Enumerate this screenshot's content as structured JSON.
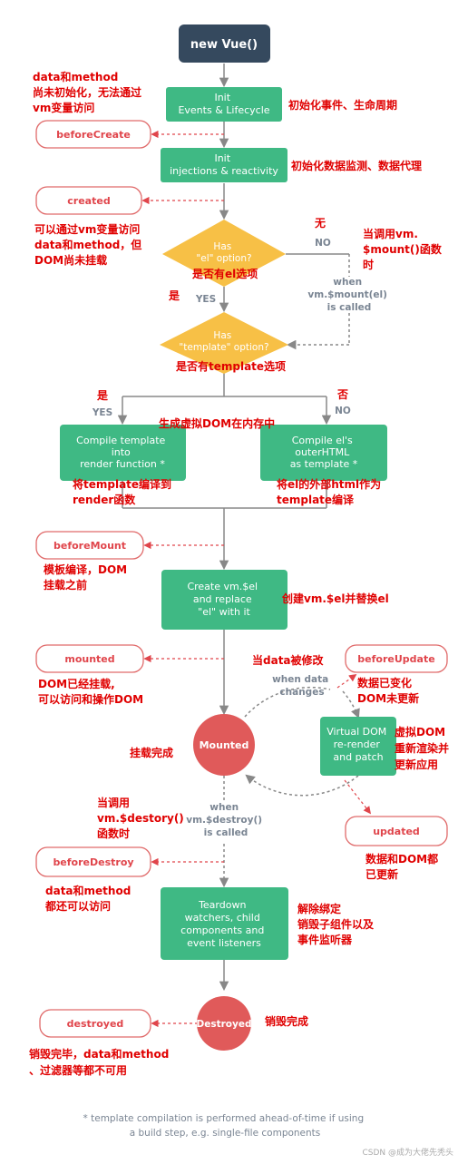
{
  "colors": {
    "green": "#3fb984",
    "dark": "#35495e",
    "red": "#e0454b",
    "hook_border": "#e06a6a",
    "hook_text": "#e0454b",
    "line_gray": "#888888",
    "annot_red": "#e00000",
    "label_gray": "#7a8593",
    "mounted_fill": "#e05a5a"
  },
  "start": {
    "label": "new Vue()"
  },
  "boxes": {
    "init_events": [
      "Init",
      "Events & Lifecycle"
    ],
    "init_injections": [
      "Init",
      "injections & reactivity"
    ],
    "compile_template": [
      "Compile template",
      "into",
      "render function *"
    ],
    "compile_el": [
      "Compile el's",
      "outerHTML",
      "as template *"
    ],
    "create_vm_el": [
      "Create vm.$el",
      "and replace",
      "\"el\" with it"
    ],
    "virtual_dom": [
      "Virtual DOM",
      "re-render",
      "and patch"
    ],
    "teardown": [
      "Teardown",
      "watchers, child",
      "components and",
      "event listeners"
    ]
  },
  "decisions": {
    "el_option": [
      "Has",
      "\"el\" option?"
    ],
    "template_option": [
      "Has",
      "\"template\" option?"
    ]
  },
  "circles": {
    "mounted": "Mounted",
    "destroyed": "Destroyed"
  },
  "hooks": {
    "before_create": "beforeCreate",
    "created": "created",
    "before_mount": "beforeMount",
    "mounted": "mounted",
    "before_update": "beforeUpdate",
    "updated": "updated",
    "before_destroy": "beforeDestroy",
    "destroyed": "destroyed"
  },
  "gray_labels": {
    "no_1": "NO",
    "yes_1": "YES",
    "when_mount": [
      "when",
      "vm.$mount(el)",
      "is called"
    ],
    "yes_2": "YES",
    "no_2": "NO",
    "when_data": [
      "when data",
      "changes"
    ],
    "when_destroy": [
      "when",
      "vm.$destroy()",
      "is called"
    ]
  },
  "annotations": {
    "a_before_create": [
      "data和method",
      "尚未初始化，无法通过",
      "vm变量访问"
    ],
    "a_init_events": "初始化事件、生命周期",
    "a_init_injections": "初始化数据监测、数据代理",
    "a_created": [
      "可以通过vm变量访问",
      "data和method，但",
      "DOM尚未挂载"
    ],
    "a_no_1": "无",
    "a_when_mount": [
      "当调用vm.",
      "$mount()函数",
      "时"
    ],
    "a_el_option": "是否有el选项",
    "a_yes_1": "是",
    "a_template_option": "是否有template选项",
    "a_yes_2": "是",
    "a_no_2": "否",
    "a_virtual_dom_memory": "生成虚拟DOM在内存中",
    "a_compile_template": [
      "将template编译到",
      "render函数"
    ],
    "a_compile_el": [
      "将el的外部html作为",
      "template编译"
    ],
    "a_before_mount": [
      "模板编译，DOM",
      "挂载之前"
    ],
    "a_create_el": "创建vm.$el并替换el",
    "a_data_modified": "当data被修改",
    "a_mounted": [
      "DOM已经挂载,",
      "可以访问和操作DOM"
    ],
    "a_before_update": [
      "数据已变化",
      "DOM未更新"
    ],
    "a_virtual_dom": [
      "虚拟DOM",
      "重新渲染并",
      "更新应用"
    ],
    "a_mount_done": "挂载完成",
    "a_call_destroy": [
      "当调用",
      "vm.$destory()",
      "函数时"
    ],
    "a_updated": [
      "数据和DOM都",
      "已更新"
    ],
    "a_before_destroy": [
      "data和method",
      "都还可以访问"
    ],
    "a_teardown": [
      "解除绑定",
      "销毁子组件以及",
      "事件监听器"
    ],
    "a_destroyed_done": "销毁完成",
    "a_destroyed": [
      "销毁完毕，data和method",
      "、过滤器等都不可用"
    ]
  },
  "footnote": [
    "* template compilation is performed ahead-of-time if using",
    "a build step, e.g. single-file components"
  ],
  "watermark": "CSDN @成为大佬先秃头"
}
